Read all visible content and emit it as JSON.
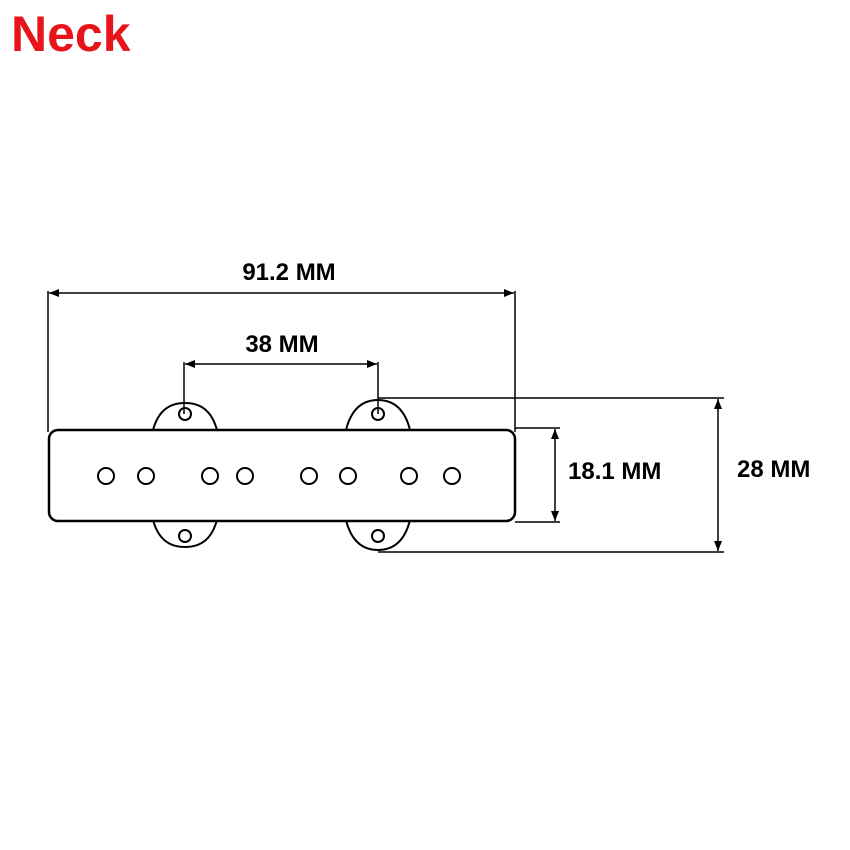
{
  "title": {
    "text": "Neck",
    "color": "#e8141b"
  },
  "dimensions": {
    "overall_length": "91.2 MM",
    "mount_spacing": "38 MM",
    "body_width": "18.1 MM",
    "overall_width": "28 MM"
  },
  "colors": {
    "line": "#000000",
    "background": "#ffffff"
  }
}
